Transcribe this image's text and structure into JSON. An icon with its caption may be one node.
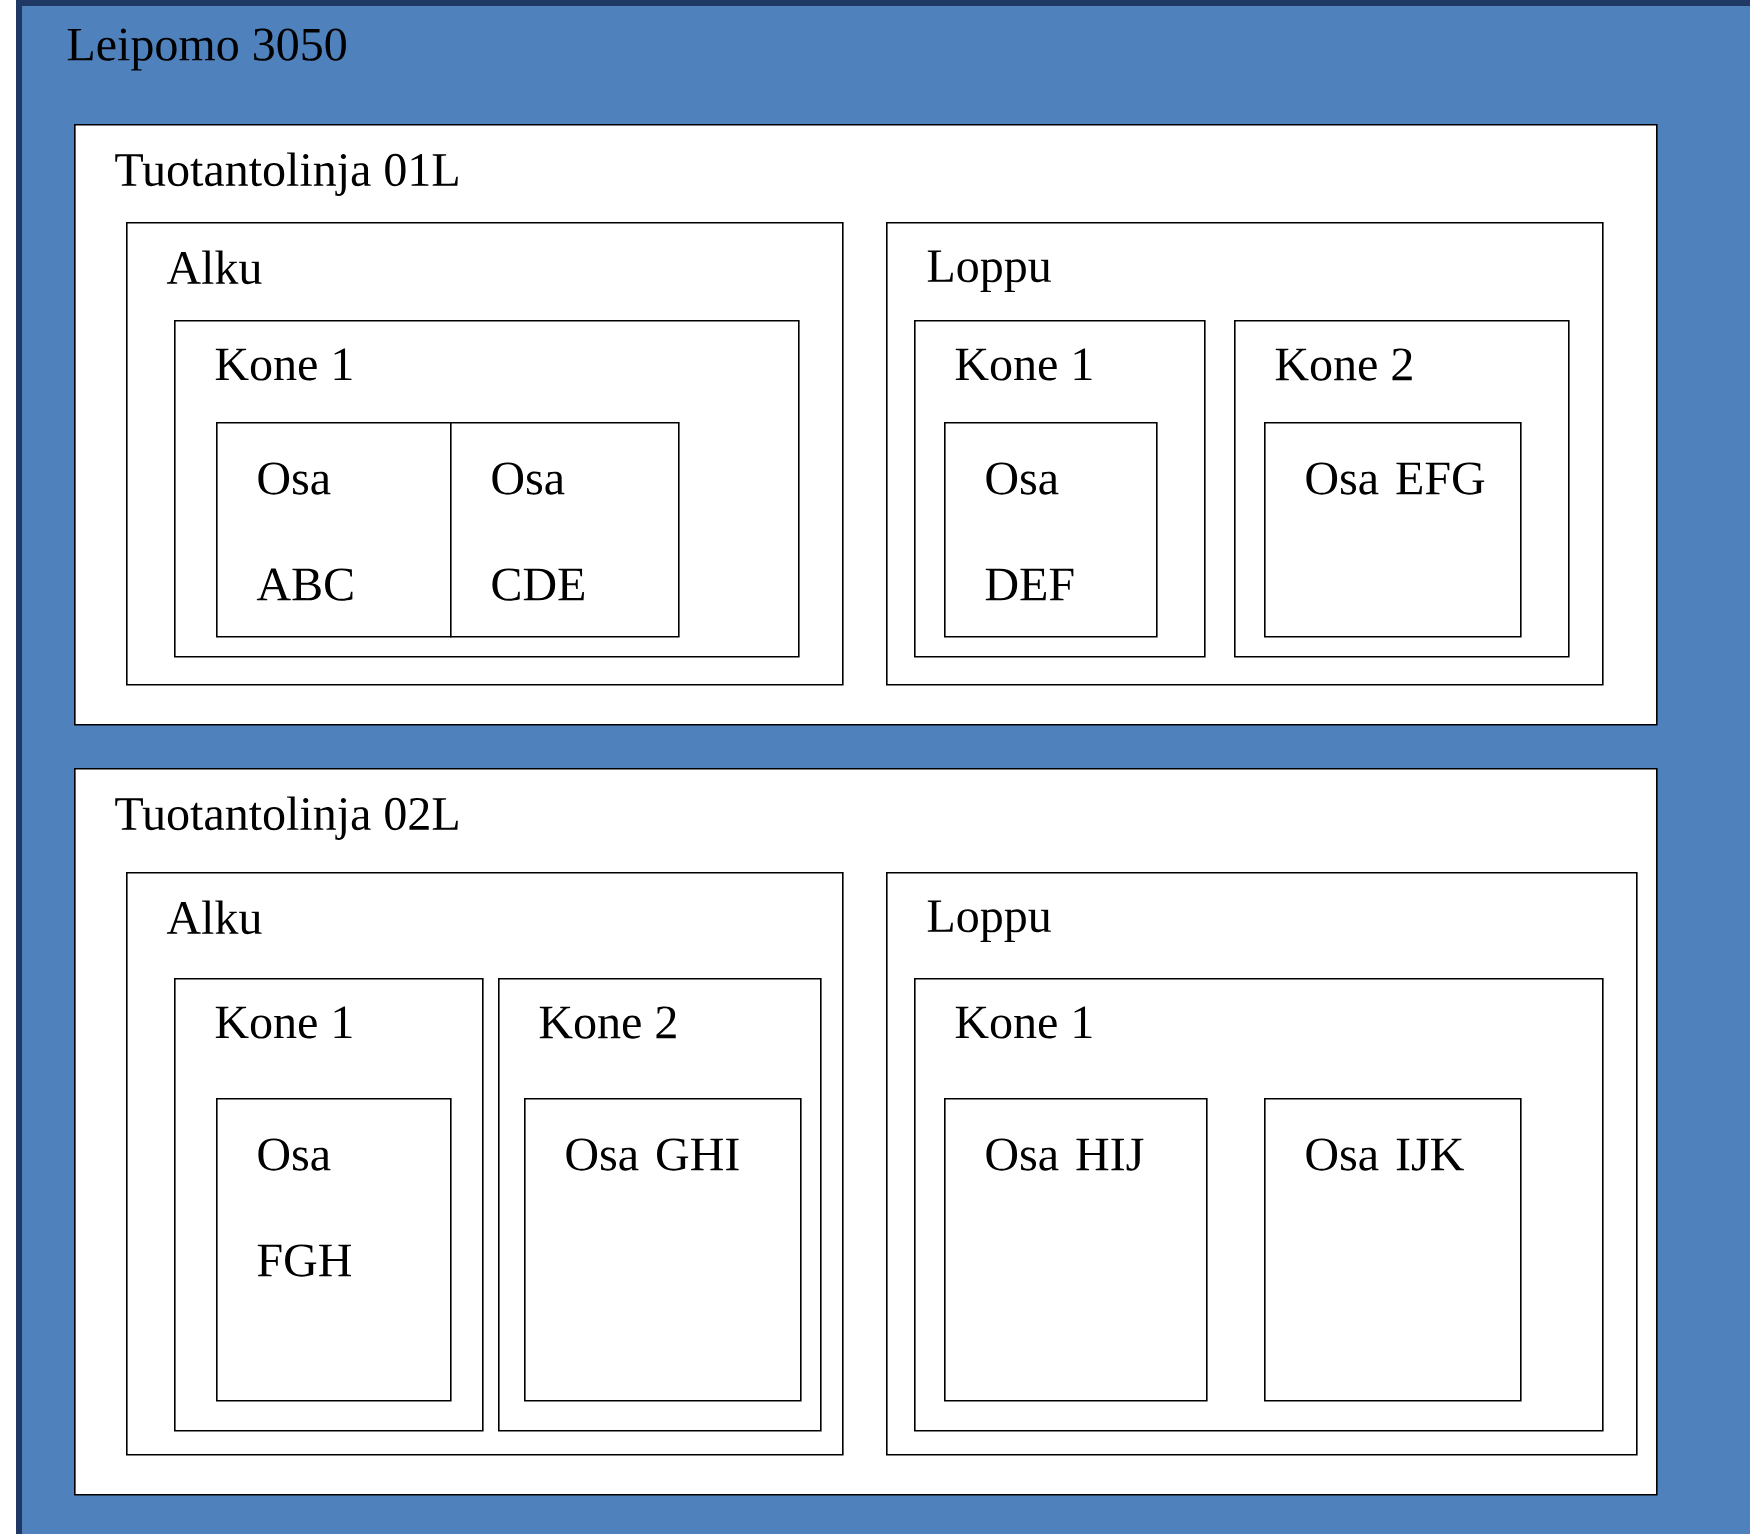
{
  "diagram": {
    "nodes": [
      {
        "text": [
          "Leipomo 3050"
        ]
      },
      {
        "text": [
          "Tuotantolinja 01L"
        ],
        "in": 0
      },
      {
        "text": [
          "Alku"
        ],
        "in": 1
      },
      {
        "text": [
          "Kone 1"
        ],
        "in": 2
      },
      {
        "text": [
          "Osa ABC"
        ],
        "in": 3
      },
      {
        "text": [
          "Osa CDE"
        ],
        "in": 3
      },
      {
        "text": [
          "Loppu"
        ],
        "in": 1
      },
      {
        "text": [
          "Kone 1"
        ],
        "in": 6
      },
      {
        "text": [
          "Osa DEF"
        ],
        "in": 7
      },
      {
        "text": [
          "Kone 2"
        ],
        "in": 6
      },
      {
        "text": [
          "Osa EFG"
        ],
        "in": 9
      },
      {
        "text": [
          "Tuotantolinja 02L"
        ],
        "in": 0
      },
      {
        "text": [
          "Alku"
        ],
        "in": 11
      },
      {
        "text": [
          "Kone 1"
        ],
        "in": 12
      },
      {
        "text": [
          "Osa FGH"
        ],
        "in": 13
      },
      {
        "text": [
          "Kone 2"
        ],
        "in": 12
      },
      {
        "text": [
          "Osa GHI"
        ],
        "in": 15
      },
      {
        "text": [
          "Loppu"
        ],
        "in": 11
      },
      {
        "text": [
          "Kone 1"
        ],
        "in": 17
      },
      {
        "text": [
          "Osa HIJ"
        ],
        "in": 18
      },
      {
        "text": [
          "Osa IJK"
        ],
        "in": 18
      }
    ]
  }
}
